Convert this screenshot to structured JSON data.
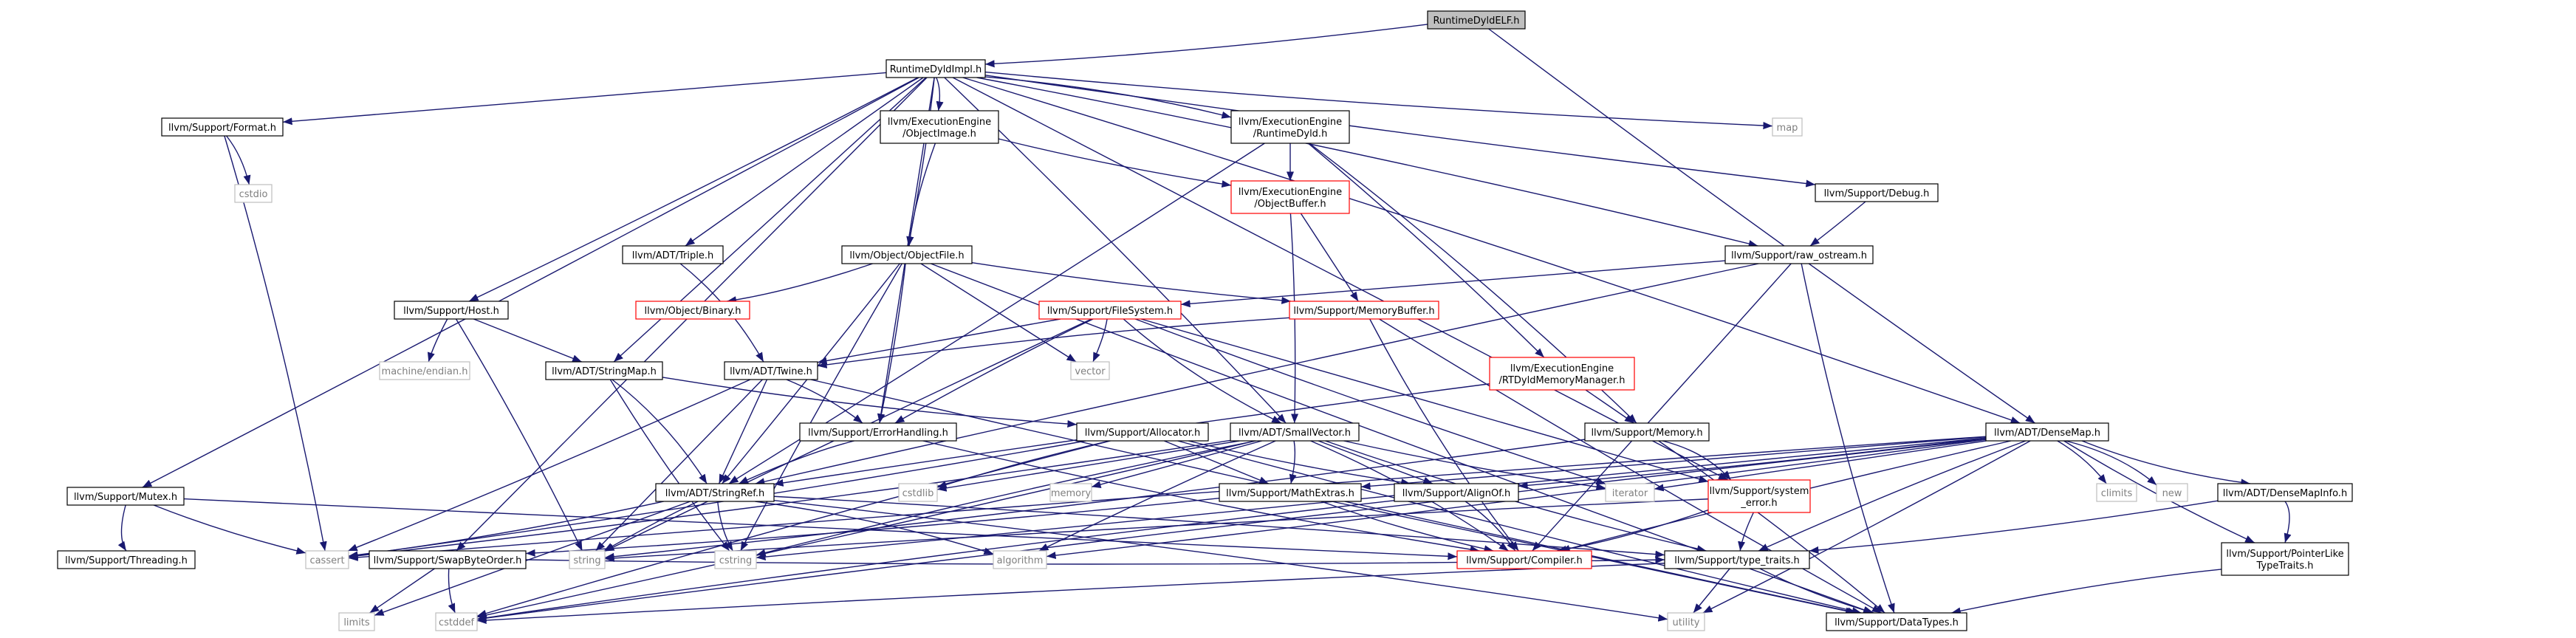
{
  "colors": {
    "edge": "#191970",
    "node_border": "#000000",
    "node_fill": "#ffffff",
    "root_fill": "#bfbfbf",
    "system_border": "#bfbfbf",
    "system_text": "#7f7f7f",
    "truncated_border": "#ff0000"
  },
  "nodes": [
    {
      "id": "root",
      "label": "RuntimeDyldELF.h",
      "kind": "root"
    },
    {
      "id": "impl",
      "label": "RuntimeDyldImpl.h",
      "kind": "normal"
    },
    {
      "id": "format",
      "label": "llvm/Support/Format.h",
      "kind": "normal"
    },
    {
      "id": "cstdio",
      "label": "cstdio",
      "kind": "system"
    },
    {
      "id": "eeobjimg",
      "label": [
        "llvm/ExecutionEngine",
        "/ObjectImage.h"
      ],
      "kind": "normal"
    },
    {
      "id": "eedyld",
      "label": [
        "llvm/ExecutionEngine",
        "/RuntimeDyld.h"
      ],
      "kind": "normal"
    },
    {
      "id": "map",
      "label": "map",
      "kind": "system"
    },
    {
      "id": "debug",
      "label": "llvm/Support/Debug.h",
      "kind": "normal"
    },
    {
      "id": "eeobjbuf",
      "label": [
        "llvm/ExecutionEngine",
        "/ObjectBuffer.h"
      ],
      "kind": "truncated"
    },
    {
      "id": "triple",
      "label": "llvm/ADT/Triple.h",
      "kind": "normal"
    },
    {
      "id": "objfile",
      "label": "llvm/Object/ObjectFile.h",
      "kind": "normal"
    },
    {
      "id": "rawos",
      "label": "llvm/Support/raw_ostream.h",
      "kind": "normal"
    },
    {
      "id": "host",
      "label": "llvm/Support/Host.h",
      "kind": "normal"
    },
    {
      "id": "objbin",
      "label": "llvm/Object/Binary.h",
      "kind": "truncated"
    },
    {
      "id": "membuf",
      "label": "llvm/Support/MemoryBuffer.h",
      "kind": "truncated"
    },
    {
      "id": "fs",
      "label": "llvm/Support/FileSystem.h",
      "kind": "truncated"
    },
    {
      "id": "machend",
      "label": "machine/endian.h",
      "kind": "system"
    },
    {
      "id": "strmap",
      "label": "llvm/ADT/StringMap.h",
      "kind": "normal"
    },
    {
      "id": "twine",
      "label": "llvm/ADT/Twine.h",
      "kind": "normal"
    },
    {
      "id": "vector",
      "label": "vector",
      "kind": "system"
    },
    {
      "id": "rtdyldmm",
      "label": [
        "llvm/ExecutionEngine",
        "/RTDyldMemoryManager.h"
      ],
      "kind": "truncated"
    },
    {
      "id": "errhand",
      "label": "llvm/Support/ErrorHandling.h",
      "kind": "normal"
    },
    {
      "id": "alloc",
      "label": "llvm/Support/Allocator.h",
      "kind": "normal"
    },
    {
      "id": "smallvec",
      "label": "llvm/ADT/SmallVector.h",
      "kind": "normal"
    },
    {
      "id": "memory",
      "label": "llvm/Support/Memory.h",
      "kind": "normal"
    },
    {
      "id": "densemap",
      "label": "llvm/ADT/DenseMap.h",
      "kind": "normal"
    },
    {
      "id": "mutex",
      "label": "llvm/Support/Mutex.h",
      "kind": "normal"
    },
    {
      "id": "strref",
      "label": "llvm/ADT/StringRef.h",
      "kind": "normal"
    },
    {
      "id": "cstdlib",
      "label": "cstdlib",
      "kind": "system"
    },
    {
      "id": "memoryhdr",
      "label": "memory",
      "kind": "system"
    },
    {
      "id": "mathext",
      "label": "llvm/Support/MathExtras.h",
      "kind": "normal"
    },
    {
      "id": "alignof",
      "label": "llvm/Support/AlignOf.h",
      "kind": "normal"
    },
    {
      "id": "iterator",
      "label": "iterator",
      "kind": "system"
    },
    {
      "id": "syserr",
      "label": [
        "llvm/Support/system",
        "_error.h"
      ],
      "kind": "truncated"
    },
    {
      "id": "climits",
      "label": "climits",
      "kind": "system"
    },
    {
      "id": "new",
      "label": "new",
      "kind": "system"
    },
    {
      "id": "densemapinfo",
      "label": "llvm/ADT/DenseMapInfo.h",
      "kind": "normal"
    },
    {
      "id": "threading",
      "label": "llvm/Support/Threading.h",
      "kind": "normal"
    },
    {
      "id": "cassert",
      "label": "cassert",
      "kind": "system"
    },
    {
      "id": "string",
      "label": "string",
      "kind": "system"
    },
    {
      "id": "cstring",
      "label": "cstring",
      "kind": "system"
    },
    {
      "id": "algorithm",
      "label": "algorithm",
      "kind": "system"
    },
    {
      "id": "compiler",
      "label": "llvm/Support/Compiler.h",
      "kind": "truncated"
    },
    {
      "id": "typetraits",
      "label": "llvm/Support/type_traits.h",
      "kind": "normal"
    },
    {
      "id": "ptrlike",
      "label": [
        "llvm/Support/PointerLike",
        "TypeTraits.h"
      ],
      "kind": "normal"
    },
    {
      "id": "swapbyte",
      "label": "llvm/Support/SwapByteOrder.h",
      "kind": "normal"
    },
    {
      "id": "limits",
      "label": "limits",
      "kind": "system"
    },
    {
      "id": "cstddef",
      "label": "cstddef",
      "kind": "system"
    },
    {
      "id": "utility",
      "label": "utility",
      "kind": "system"
    },
    {
      "id": "datatypes",
      "label": "llvm/Support/DataTypes.h",
      "kind": "normal"
    }
  ],
  "edges": [
    [
      "root",
      "impl"
    ],
    [
      "root",
      "densemap"
    ],
    [
      "impl",
      "format"
    ],
    [
      "impl",
      "eeobjimg"
    ],
    [
      "impl",
      "eedyld"
    ],
    [
      "impl",
      "map"
    ],
    [
      "impl",
      "debug"
    ],
    [
      "impl",
      "triple"
    ],
    [
      "impl",
      "objfile"
    ],
    [
      "impl",
      "rawos"
    ],
    [
      "impl",
      "host"
    ],
    [
      "impl",
      "strmap"
    ],
    [
      "impl",
      "errhand"
    ],
    [
      "impl",
      "smallvec"
    ],
    [
      "impl",
      "densemap"
    ],
    [
      "impl",
      "mutex"
    ],
    [
      "impl",
      "swapbyte"
    ],
    [
      "impl",
      "syserr"
    ],
    [
      "format",
      "cstdio"
    ],
    [
      "format",
      "cassert"
    ],
    [
      "eeobjimg",
      "objfile"
    ],
    [
      "eeobjimg",
      "eeobjbuf"
    ],
    [
      "eedyld",
      "eeobjbuf"
    ],
    [
      "eedyld",
      "rtdyldmm"
    ],
    [
      "eedyld",
      "memory"
    ],
    [
      "eedyld",
      "strref"
    ],
    [
      "debug",
      "rawos"
    ],
    [
      "eeobjbuf",
      "membuf"
    ],
    [
      "eeobjbuf",
      "smallvec"
    ],
    [
      "triple",
      "twine"
    ],
    [
      "objfile",
      "objbin"
    ],
    [
      "objfile",
      "membuf"
    ],
    [
      "objfile",
      "vector"
    ],
    [
      "objfile",
      "errhand"
    ],
    [
      "objfile",
      "strref"
    ],
    [
      "objfile",
      "cstring"
    ],
    [
      "objfile",
      "datatypes"
    ],
    [
      "rawos",
      "fs"
    ],
    [
      "rawos",
      "strref"
    ],
    [
      "rawos",
      "compiler"
    ],
    [
      "rawos",
      "datatypes"
    ],
    [
      "host",
      "machend"
    ],
    [
      "host",
      "strmap"
    ],
    [
      "host",
      "string"
    ],
    [
      "membuf",
      "twine"
    ],
    [
      "membuf",
      "compiler"
    ],
    [
      "membuf",
      "datatypes"
    ],
    [
      "fs",
      "twine"
    ],
    [
      "fs",
      "vector"
    ],
    [
      "fs",
      "errhand"
    ],
    [
      "fs",
      "smallvec"
    ],
    [
      "fs",
      "iterator"
    ],
    [
      "fs",
      "syserr"
    ],
    [
      "fs",
      "string"
    ],
    [
      "strmap",
      "strref"
    ],
    [
      "strmap",
      "alloc"
    ],
    [
      "strmap",
      "cstring"
    ],
    [
      "twine",
      "strref"
    ],
    [
      "twine",
      "errhand"
    ],
    [
      "twine",
      "string"
    ],
    [
      "twine",
      "cassert"
    ],
    [
      "twine",
      "datatypes"
    ],
    [
      "rtdyldmm",
      "memory"
    ],
    [
      "rtdyldmm",
      "strref"
    ],
    [
      "errhand",
      "strref"
    ],
    [
      "errhand",
      "compiler"
    ],
    [
      "alloc",
      "alignof"
    ],
    [
      "alloc",
      "mathext"
    ],
    [
      "alloc",
      "cstdlib"
    ],
    [
      "alloc",
      "cstddef"
    ],
    [
      "alloc",
      "cassert"
    ],
    [
      "alloc",
      "datatypes"
    ],
    [
      "smallvec",
      "alignof"
    ],
    [
      "smallvec",
      "mathext"
    ],
    [
      "smallvec",
      "compiler"
    ],
    [
      "smallvec",
      "typetraits"
    ],
    [
      "smallvec",
      "iterator"
    ],
    [
      "smallvec",
      "memoryhdr"
    ],
    [
      "smallvec",
      "algorithm"
    ],
    [
      "smallvec",
      "cstring"
    ],
    [
      "smallvec",
      "cassert"
    ],
    [
      "smallvec",
      "cstddef"
    ],
    [
      "smallvec",
      "cstdlib"
    ],
    [
      "memory",
      "datatypes"
    ],
    [
      "memory",
      "syserr"
    ],
    [
      "memory",
      "string"
    ],
    [
      "densemap",
      "alignof"
    ],
    [
      "densemap",
      "mathext"
    ],
    [
      "densemap",
      "compiler"
    ],
    [
      "densemap",
      "typetraits"
    ],
    [
      "densemap",
      "densemapinfo"
    ],
    [
      "densemap",
      "ptrlike"
    ],
    [
      "densemap",
      "iterator"
    ],
    [
      "densemap",
      "climits"
    ],
    [
      "densemap",
      "new"
    ],
    [
      "densemap",
      "utility"
    ],
    [
      "densemap",
      "algorithm"
    ],
    [
      "densemap",
      "cstring"
    ],
    [
      "densemap",
      "cassert"
    ],
    [
      "densemap",
      "cstddef"
    ],
    [
      "mutex",
      "threading"
    ],
    [
      "mutex",
      "cassert"
    ],
    [
      "mutex",
      "compiler"
    ],
    [
      "strref",
      "typetraits"
    ],
    [
      "strref",
      "algorithm"
    ],
    [
      "strref",
      "cassert"
    ],
    [
      "strref",
      "cstring"
    ],
    [
      "strref",
      "limits"
    ],
    [
      "strref",
      "string"
    ],
    [
      "strref",
      "utility"
    ],
    [
      "mathext",
      "swapbyte"
    ],
    [
      "mathext",
      "compiler"
    ],
    [
      "mathext",
      "datatypes"
    ],
    [
      "alignof",
      "compiler"
    ],
    [
      "alignof",
      "cstddef"
    ],
    [
      "syserr",
      "compiler"
    ],
    [
      "syserr",
      "typetraits"
    ],
    [
      "syserr",
      "cerrno_placeholder"
    ],
    [
      "syserr",
      "string"
    ],
    [
      "densemapinfo",
      "ptrlike"
    ],
    [
      "densemapinfo",
      "typetraits"
    ],
    [
      "typetraits",
      "datatypes"
    ],
    [
      "typetraits",
      "utility"
    ],
    [
      "typetraits",
      "cstddef"
    ],
    [
      "ptrlike",
      "datatypes"
    ],
    [
      "swapbyte",
      "typetraits"
    ],
    [
      "swapbyte",
      "cstddef"
    ],
    [
      "swapbyte",
      "limits"
    ]
  ]
}
